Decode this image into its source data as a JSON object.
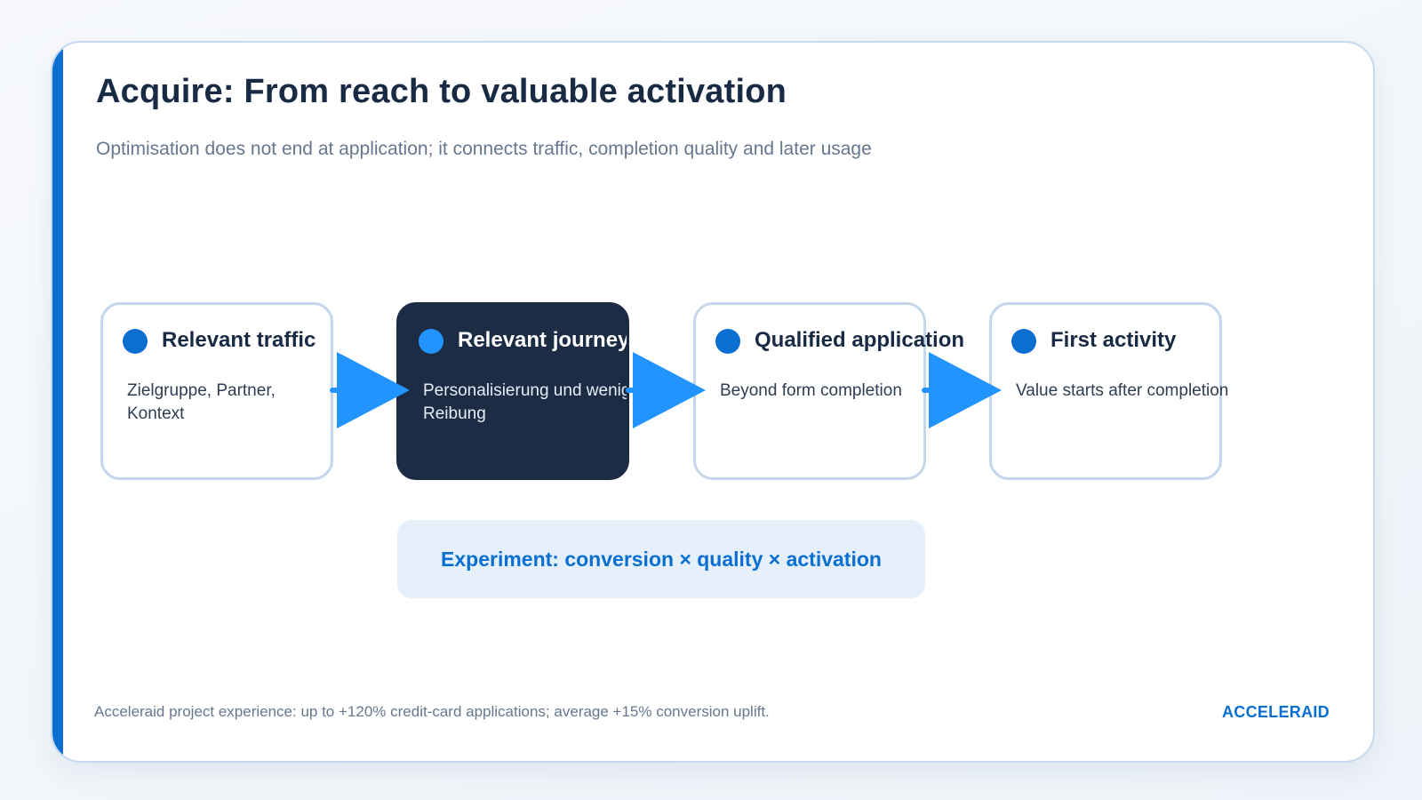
{
  "slide": {
    "title": "Acquire: From reach to valuable activation",
    "subtitle": "Optimisation does not end at application; it connects traffic, completion quality and later usage"
  },
  "flow": {
    "steps": [
      {
        "title": "Relevant traffic",
        "description": "Zielgruppe, Partner, Kontext",
        "highlighted": false
      },
      {
        "title": "Relevant journey",
        "description": "Personalisierung und weniger Reibung",
        "highlighted": true
      },
      {
        "title": "Qualified application",
        "description": "Beyond form completion",
        "highlighted": false
      },
      {
        "title": "First activity",
        "description": "Value starts after completion",
        "highlighted": false
      }
    ],
    "experiment_label": "Experiment: conversion × quality × activation"
  },
  "footer": {
    "note": "Acceleraid project experience: up to +120% credit-card applications; average +15% conversion uplift.",
    "brand": "ACCELERAID"
  },
  "colors": {
    "accent": "#0a6fd1",
    "arrow": "#2294ff",
    "highlight_card": "#1c2c45",
    "title": "#182a44",
    "muted": "#66778f",
    "experiment_bg": "#e5f0fa"
  }
}
